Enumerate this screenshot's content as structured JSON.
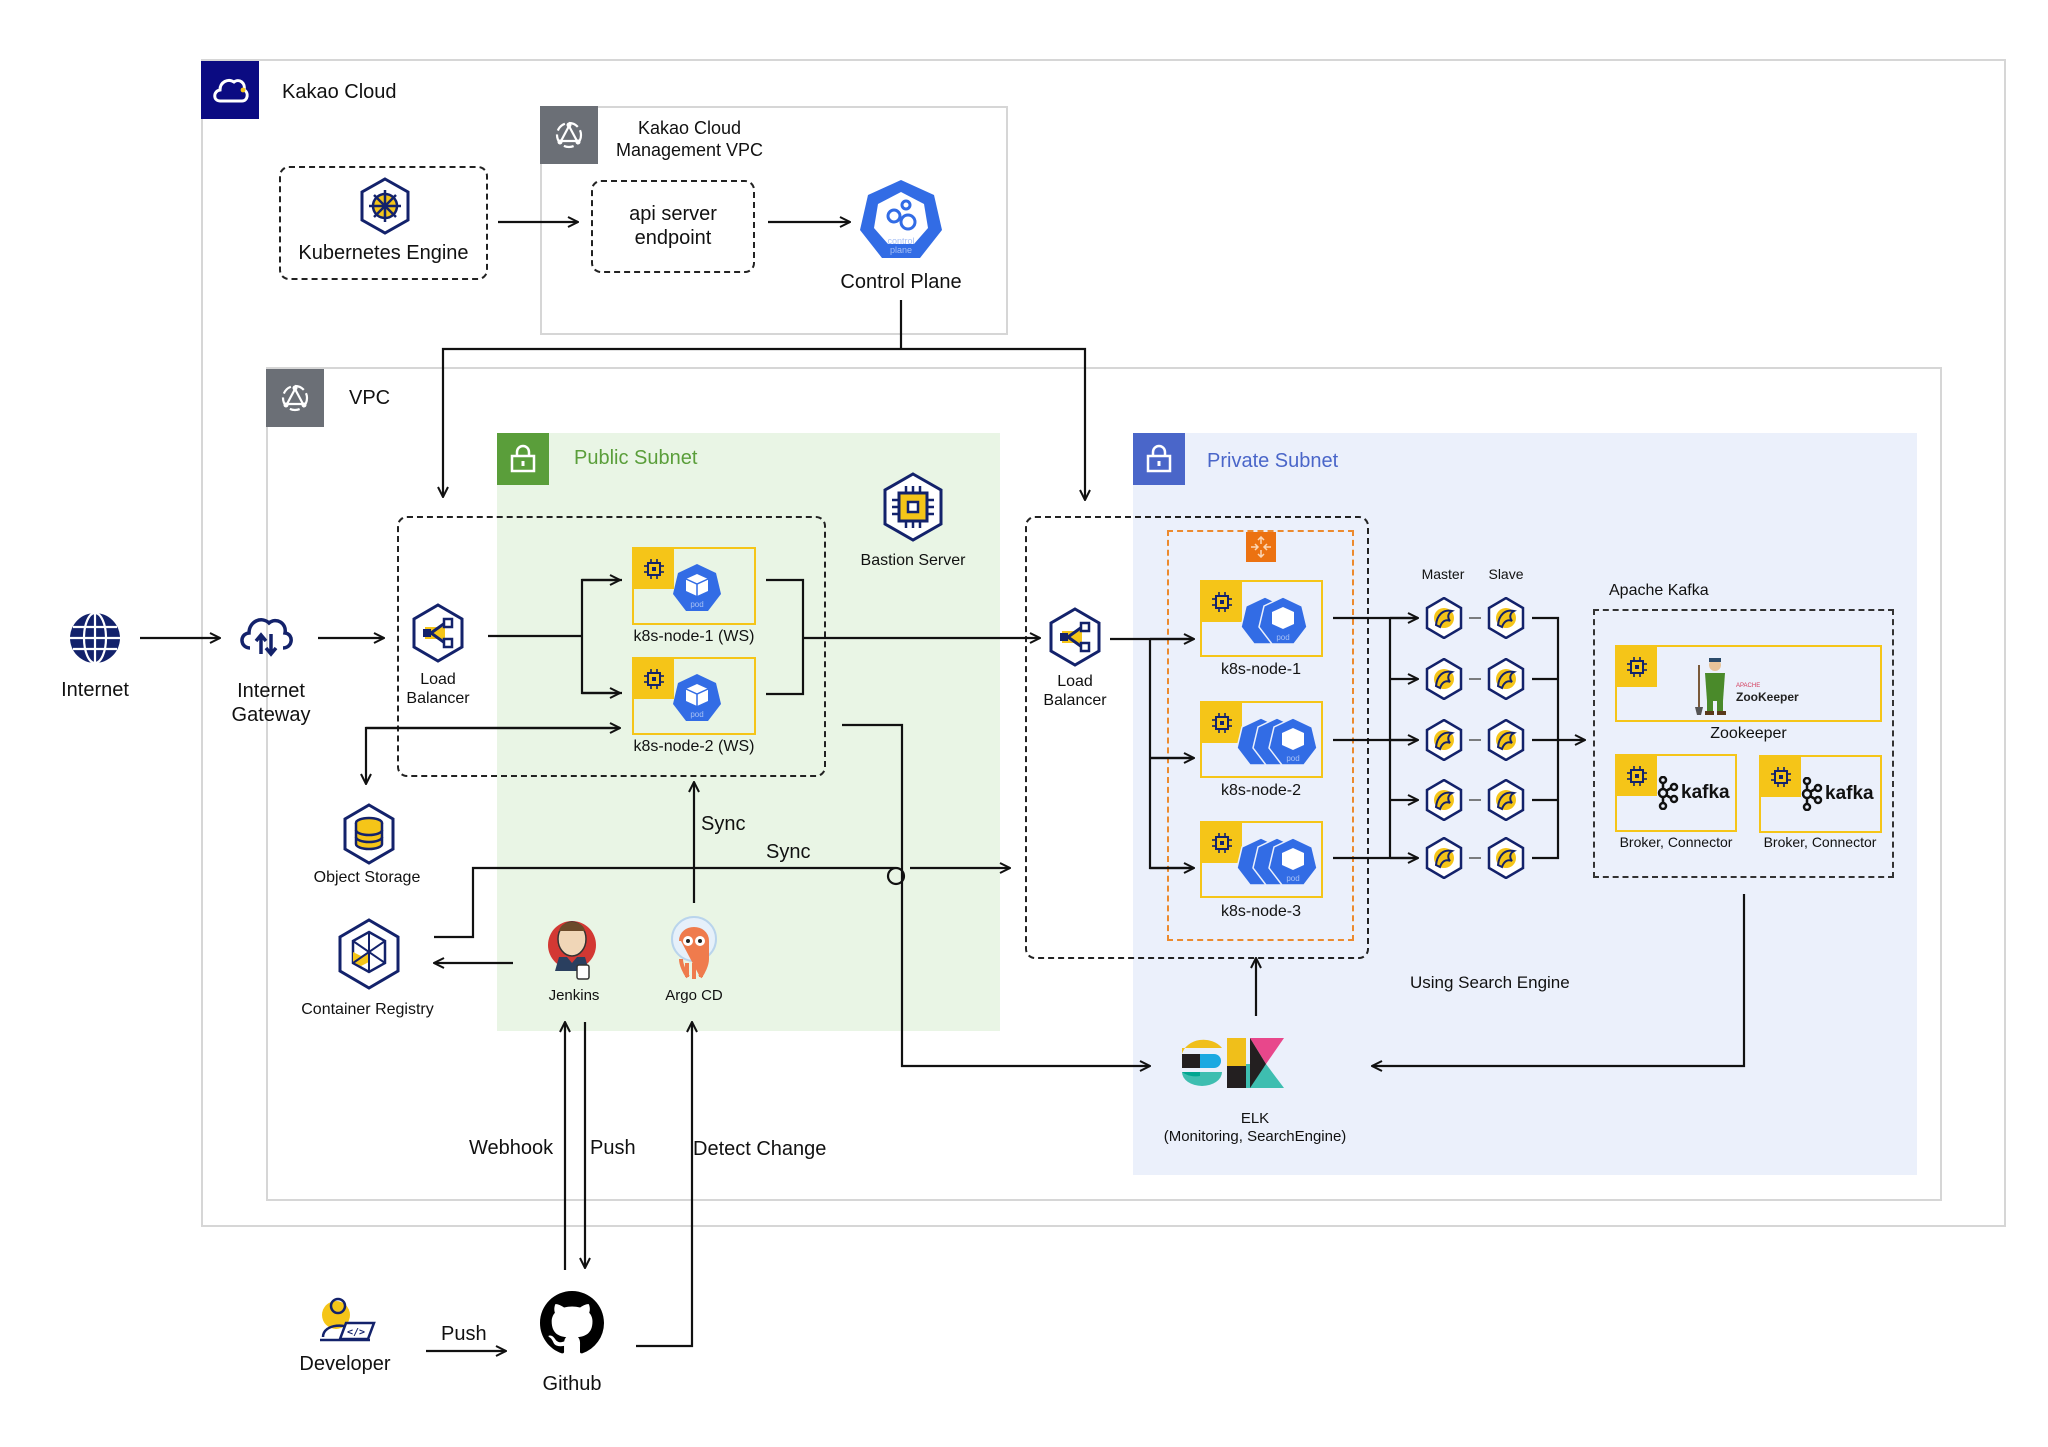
{
  "title": "Kakao Cloud Architecture",
  "groups": {
    "kakao_cloud": {
      "label": "Kakao Cloud",
      "icon": "cloud-icon",
      "color": "#0b0b82"
    },
    "mgmt_vpc": {
      "label_line1": "Kakao Cloud",
      "label_line2": "Management VPC",
      "icon": "vpc-network-icon",
      "color": "#6b6f76"
    },
    "vpc": {
      "label": "VPC",
      "icon": "vpc-network-icon",
      "color": "#6b6f76"
    },
    "public_subnet": {
      "label": "Public Subnet",
      "icon": "lock-icon",
      "color": "#5a9e3a",
      "bg": "#e9f5e5"
    },
    "private_subnet": {
      "label": "Private Subnet",
      "icon": "lock-icon",
      "color": "#4a66c9",
      "bg": "#ebf0fb"
    }
  },
  "nodes": {
    "kubernetes_engine": {
      "label": "Kubernetes Engine",
      "icon": "kubernetes-helm-icon"
    },
    "api_server": {
      "line1": "api server",
      "line2": "endpoint"
    },
    "control_plane": {
      "label": "Control Plane",
      "icon_text1": "control",
      "icon_text2": "plane"
    },
    "internet": {
      "label": "Internet",
      "icon": "globe-icon"
    },
    "internet_gateway": {
      "line1": "Internet",
      "line2": "Gateway",
      "icon": "cloud-updown-icon"
    },
    "lb_public": {
      "line1": "Load",
      "line2": "Balancer",
      "icon": "load-balancer-icon"
    },
    "lb_private": {
      "line1": "Load",
      "line2": "Balancer",
      "icon": "load-balancer-icon"
    },
    "bastion": {
      "label": "Bastion Server",
      "icon": "chip-icon"
    },
    "ws_nodes": [
      {
        "label": "k8s-node-1 (WS)",
        "pod_text": "pod",
        "pods": 1
      },
      {
        "label": "k8s-node-2 (WS)",
        "pod_text": "pod",
        "pods": 1
      }
    ],
    "private_nodes": [
      {
        "label": "k8s-node-1",
        "pod_text": "pod",
        "pods": 2
      },
      {
        "label": "k8s-node-2",
        "pod_text": "pod",
        "pods": 3
      },
      {
        "label": "k8s-node-3",
        "pod_text": "pod",
        "pods": 3
      }
    ],
    "object_storage": {
      "label": "Object Storage",
      "icon": "database-icon"
    },
    "container_registry": {
      "label": "Container Registry",
      "icon": "cubes-icon"
    },
    "jenkins": {
      "label": "Jenkins",
      "icon": "jenkins-icon"
    },
    "argocd": {
      "label": "Argo CD",
      "icon": "argocd-icon"
    },
    "redis": {
      "master_label": "Master",
      "slave_label": "Slave",
      "pairs": 5,
      "icon": "redis-dolphin-icon"
    },
    "kafka": {
      "group_label": "Apache Kafka",
      "zookeeper": {
        "label": "Zookeeper",
        "logo_small": "APACHE",
        "logo_text": "ZooKeeper"
      },
      "brokers": [
        {
          "label": "Broker, Connector",
          "logo_text": "kafka"
        },
        {
          "label": "Broker, Connector",
          "logo_text": "kafka"
        }
      ]
    },
    "elk": {
      "line1": "ELK",
      "line2": "(Monitoring, SearchEngine)"
    },
    "developer": {
      "label": "Developer",
      "icon": "developer-laptop-icon"
    },
    "github": {
      "label": "Github",
      "icon": "github-icon"
    }
  },
  "edge_labels": {
    "sync_up": "Sync",
    "sync_right": "Sync",
    "webhook": "Webhook",
    "push_jenkins": "Push",
    "detect_change": "Detect Change",
    "push_dev": "Push",
    "using_search": "Using Search Engine"
  },
  "colors": {
    "navy": "#13226b",
    "yellow": "#f5c518",
    "k8s_blue": "#326ce5",
    "orange": "#ec7211",
    "border_gray": "#d6d6d6"
  }
}
